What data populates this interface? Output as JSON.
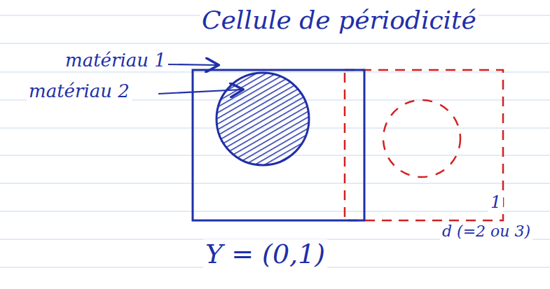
{
  "diagram": {
    "title": "Cellule de périodicité",
    "labels": [
      "matériau 1",
      "matériau 2",
      "1",
      "d (=2 ou 3)",
      "Y = (0,1)"
    ]
  }
}
